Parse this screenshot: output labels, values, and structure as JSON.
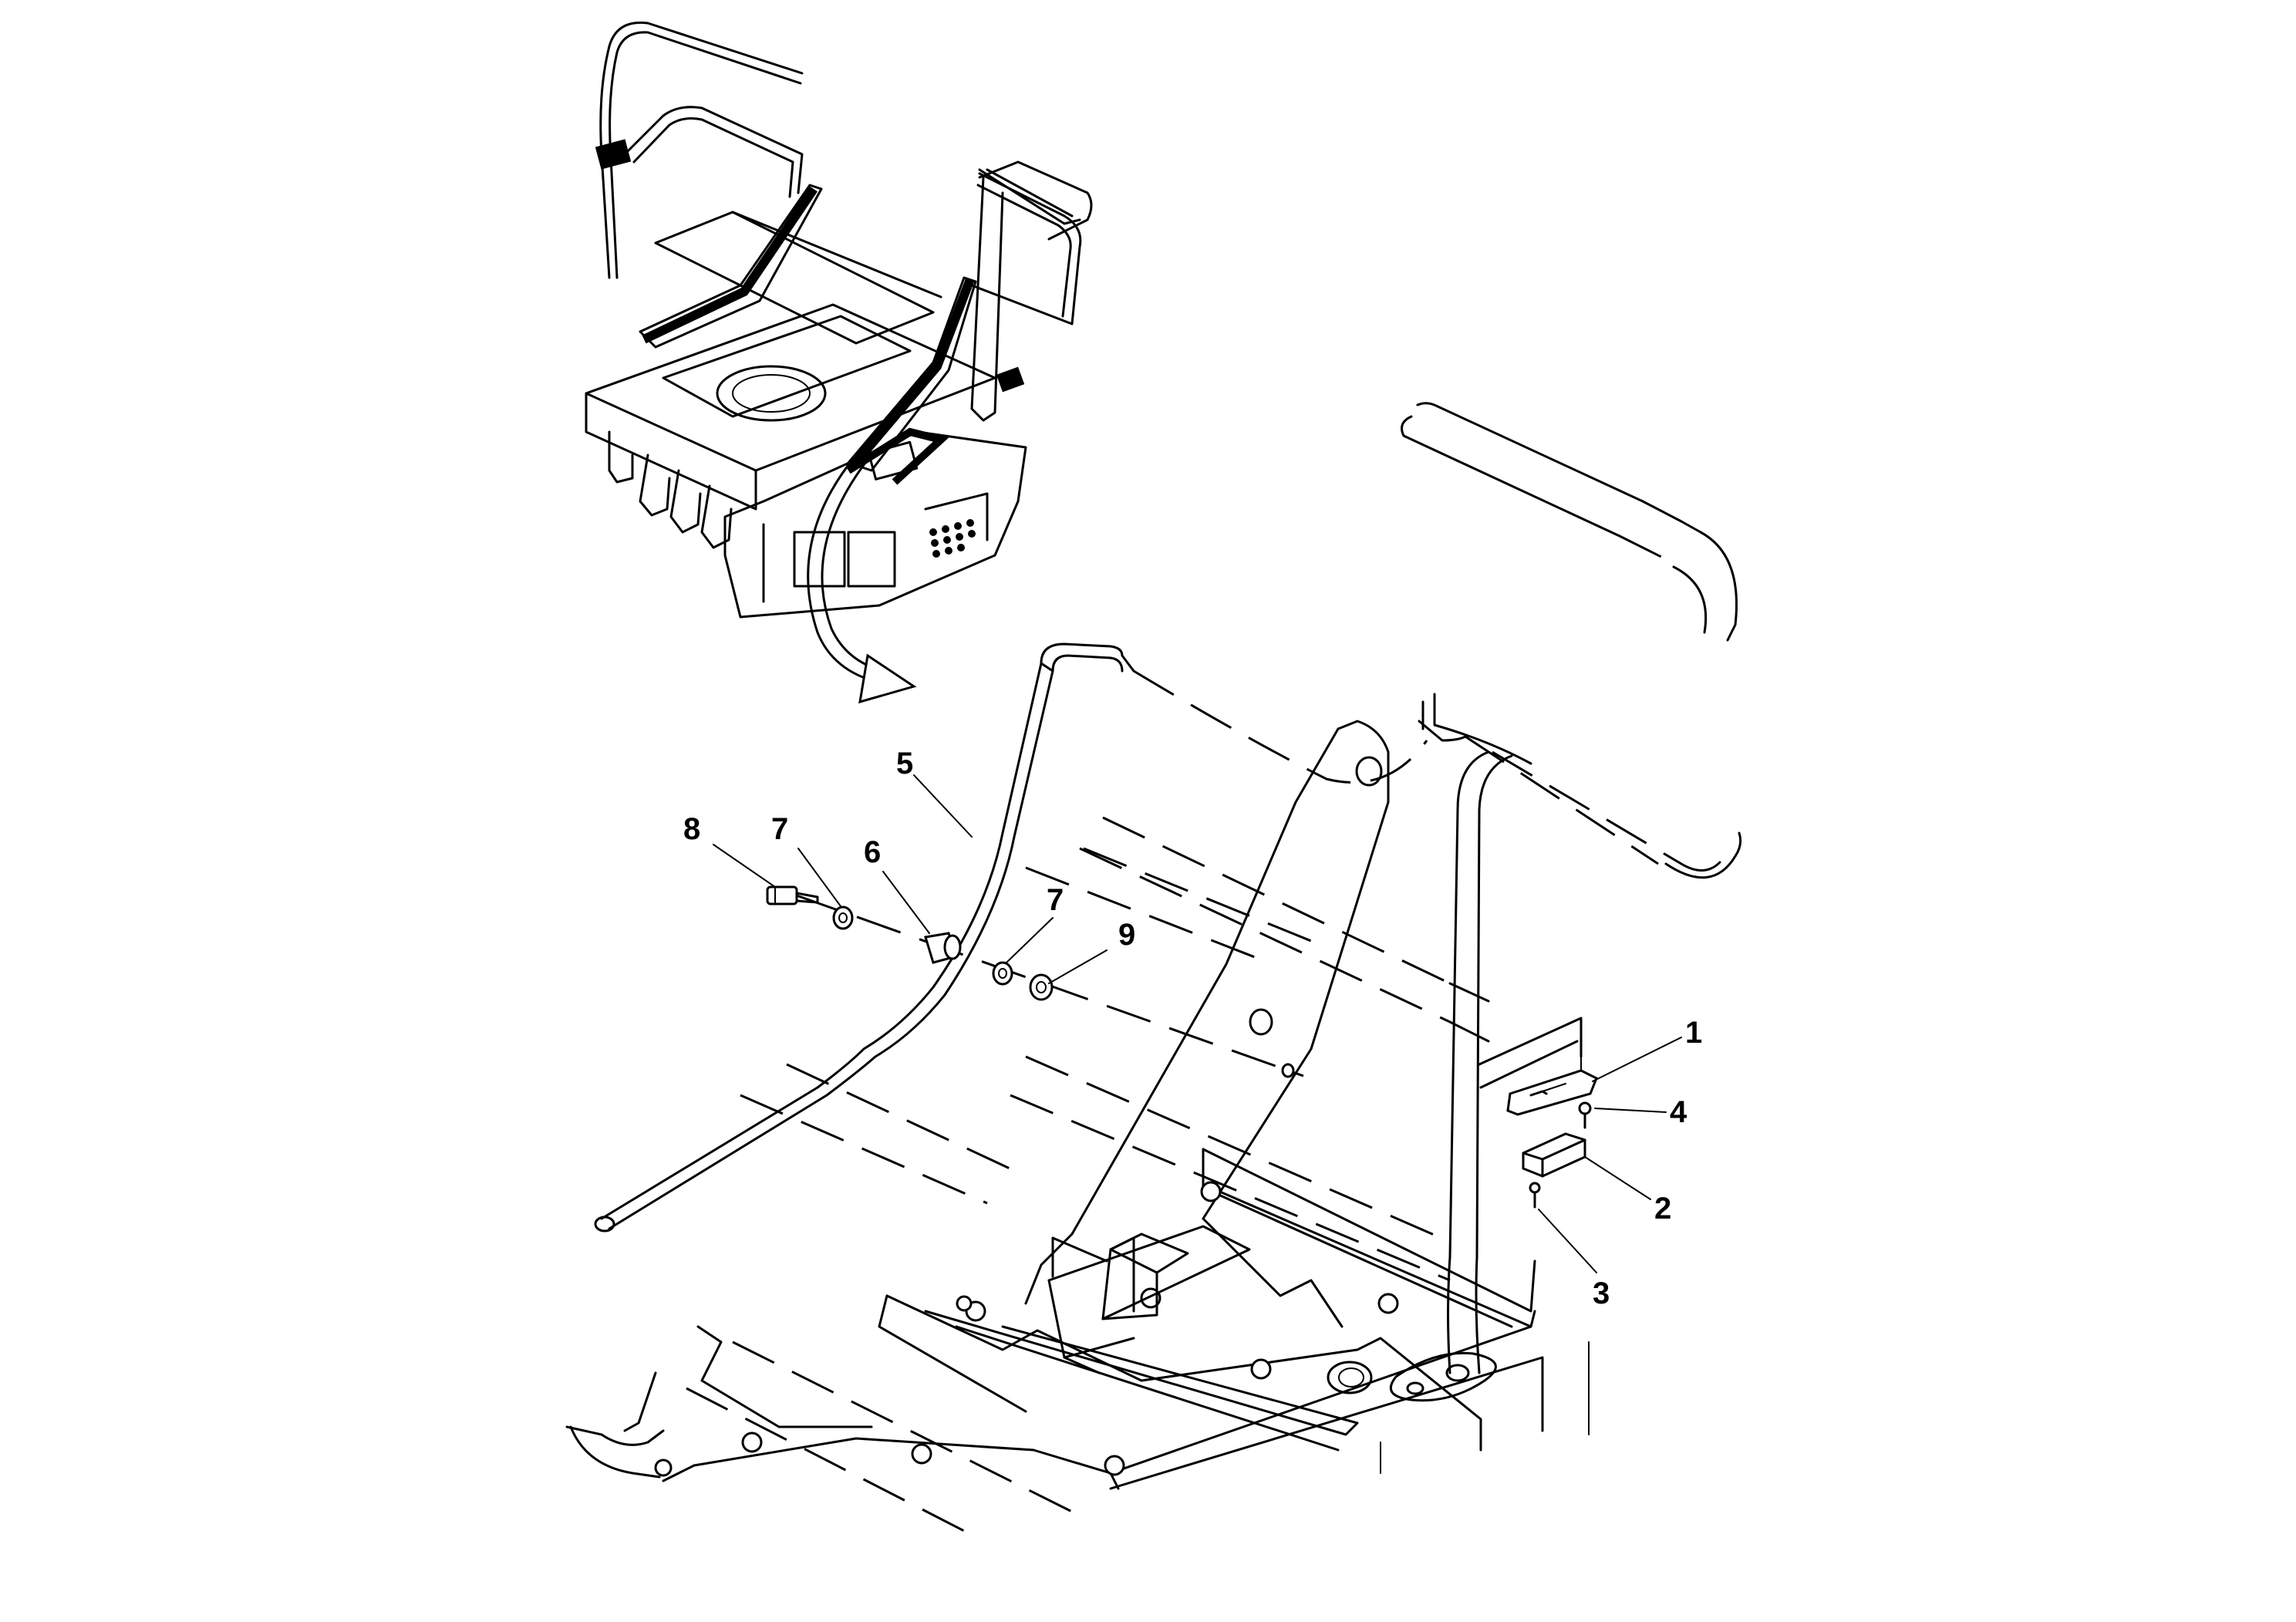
{
  "diagram": {
    "callouts": [
      {
        "id": "1",
        "label": "1",
        "part": "bracket-plate"
      },
      {
        "id": "2",
        "label": "2",
        "part": "mount-block"
      },
      {
        "id": "3",
        "label": "3",
        "part": "lower-screw"
      },
      {
        "id": "4",
        "label": "4",
        "part": "upper-screw"
      },
      {
        "id": "5",
        "label": "5",
        "part": "rod"
      },
      {
        "id": "6",
        "label": "6",
        "part": "spacer-sleeve"
      },
      {
        "id": "7a",
        "label": "7",
        "part": "washer"
      },
      {
        "id": "7b",
        "label": "7",
        "part": "washer"
      },
      {
        "id": "8",
        "label": "8",
        "part": "bolt"
      },
      {
        "id": "9",
        "label": "9",
        "part": "nut"
      }
    ],
    "colors": {
      "line": "#000000",
      "background": "#ffffff"
    }
  }
}
